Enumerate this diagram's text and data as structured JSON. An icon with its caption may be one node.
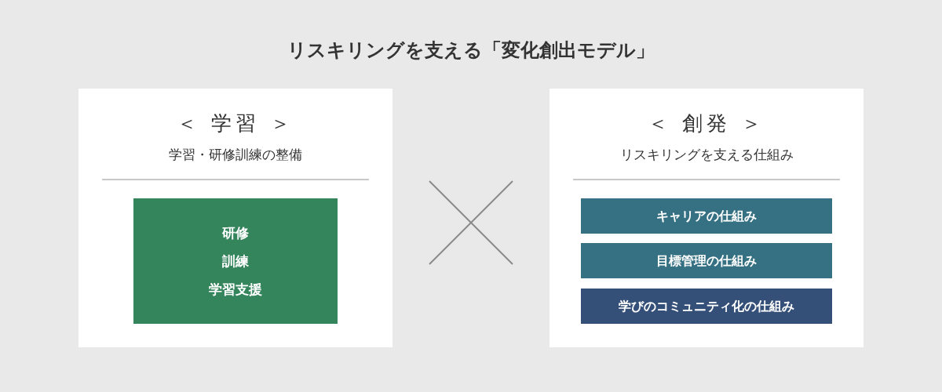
{
  "diagram": {
    "title": "リスキリングを支える「変化創出モデル」",
    "nodes": [
      {
        "text": [
          "＜ 学習 ＞",
          "学習・研修訓練の整備"
        ]
      },
      {
        "text": [
          "研修",
          "訓練",
          "学習支援"
        ],
        "in": 0
      },
      {
        "text": [
          "＜ 創発 ＞",
          "リスキリングを支える仕組み"
        ]
      },
      {
        "text": [
          "キャリアの仕組み"
        ],
        "in": 2
      },
      {
        "text": [
          "目標管理の仕組み"
        ],
        "in": 2
      },
      {
        "text": [
          "学びのコミュニティ化の仕組み"
        ],
        "in": 2
      }
    ]
  }
}
